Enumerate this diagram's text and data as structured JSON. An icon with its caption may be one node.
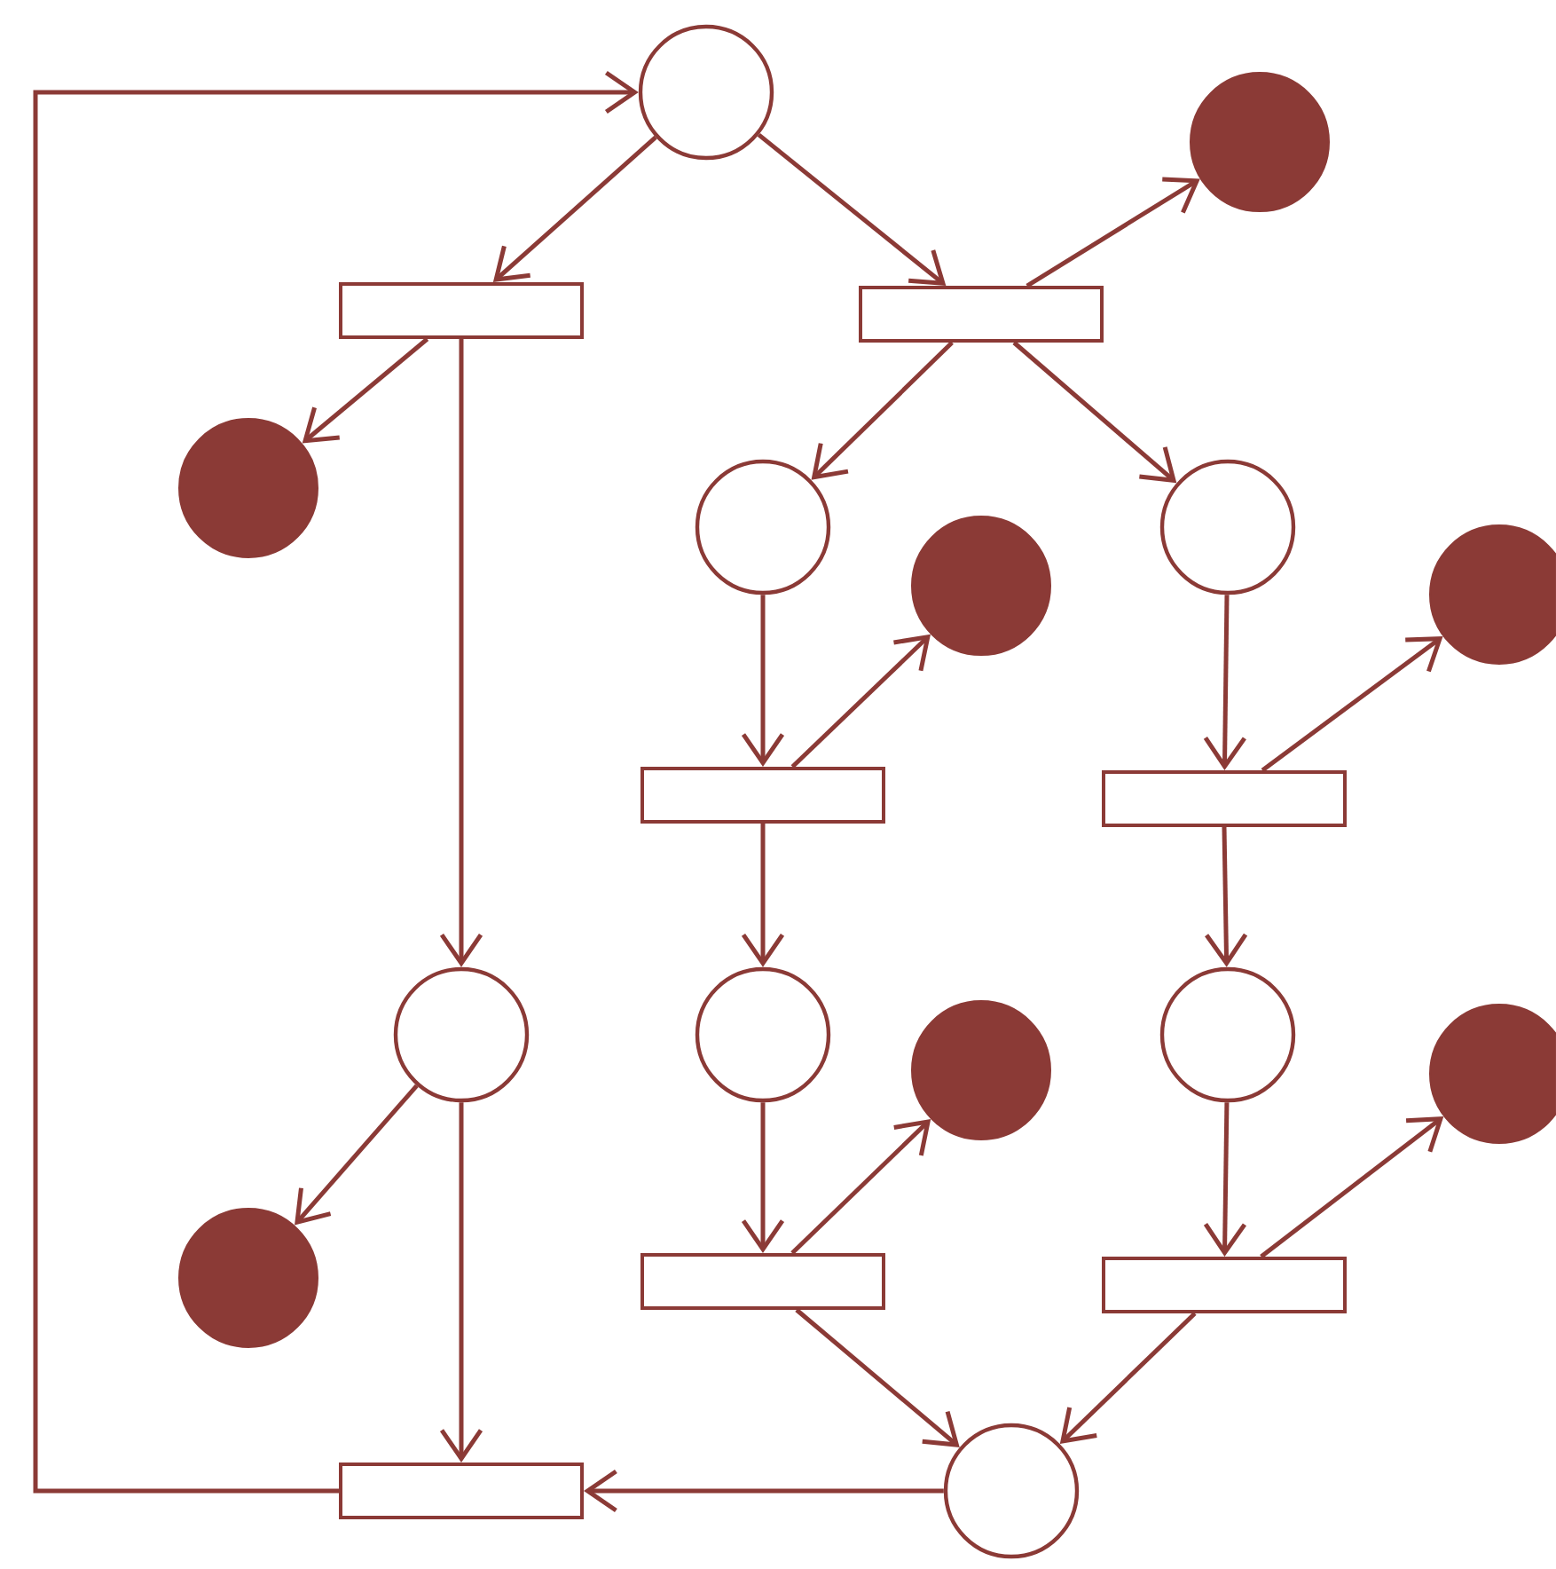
{
  "diagram": {
    "nodes": [
      {
        "text": [],
        "shape": "circle"
      },
      {
        "text": [],
        "shape": "bar"
      },
      {
        "text": [],
        "shape": "bar"
      },
      {
        "text": [],
        "shape": "dot"
      },
      {
        "text": [],
        "shape": "dot"
      },
      {
        "text": [],
        "shape": "circle"
      },
      {
        "text": [],
        "shape": "circle"
      },
      {
        "text": [],
        "shape": "dot"
      },
      {
        "text": [],
        "shape": "dot"
      },
      {
        "text": [],
        "shape": "bar"
      },
      {
        "text": [],
        "shape": "bar"
      },
      {
        "text": [],
        "shape": "circle"
      },
      {
        "text": [],
        "shape": "circle"
      },
      {
        "text": [],
        "shape": "circle"
      },
      {
        "text": [],
        "shape": "dot"
      },
      {
        "text": [],
        "shape": "dot"
      },
      {
        "text": [],
        "shape": "dot"
      },
      {
        "text": [],
        "shape": "bar"
      },
      {
        "text": [],
        "shape": "bar"
      },
      {
        "text": [],
        "shape": "circle"
      },
      {
        "text": [],
        "shape": "bar"
      }
    ],
    "edges": [
      {
        "from": 0,
        "to": 1,
        "arrow": "to"
      },
      {
        "from": 0,
        "to": 2,
        "arrow": "to"
      },
      {
        "from": 2,
        "to": 3,
        "arrow": "to"
      },
      {
        "from": 1,
        "to": 4,
        "arrow": "to"
      },
      {
        "from": 1,
        "to": 11,
        "arrow": "to"
      },
      {
        "from": 2,
        "to": 5,
        "arrow": "to"
      },
      {
        "from": 2,
        "to": 6,
        "arrow": "to"
      },
      {
        "from": 5,
        "to": 9,
        "arrow": "to"
      },
      {
        "from": 6,
        "to": 10,
        "arrow": "to"
      },
      {
        "from": 9,
        "to": 7,
        "arrow": "to"
      },
      {
        "from": 10,
        "to": 8,
        "arrow": "to"
      },
      {
        "from": 9,
        "to": 12,
        "arrow": "to"
      },
      {
        "from": 10,
        "to": 13,
        "arrow": "to"
      },
      {
        "from": 12,
        "to": 17,
        "arrow": "to"
      },
      {
        "from": 13,
        "to": 18,
        "arrow": "to"
      },
      {
        "from": 17,
        "to": 14,
        "arrow": "to"
      },
      {
        "from": 18,
        "to": 15,
        "arrow": "to"
      },
      {
        "from": 11,
        "to": 16,
        "arrow": "to"
      },
      {
        "from": 11,
        "to": 20,
        "arrow": "to"
      },
      {
        "from": 17,
        "to": 19,
        "arrow": "to"
      },
      {
        "from": 18,
        "to": 19,
        "arrow": "to"
      },
      {
        "from": 19,
        "to": 20,
        "arrow": "to"
      },
      {
        "from": 20,
        "to": 0,
        "arrow": "to"
      }
    ]
  }
}
